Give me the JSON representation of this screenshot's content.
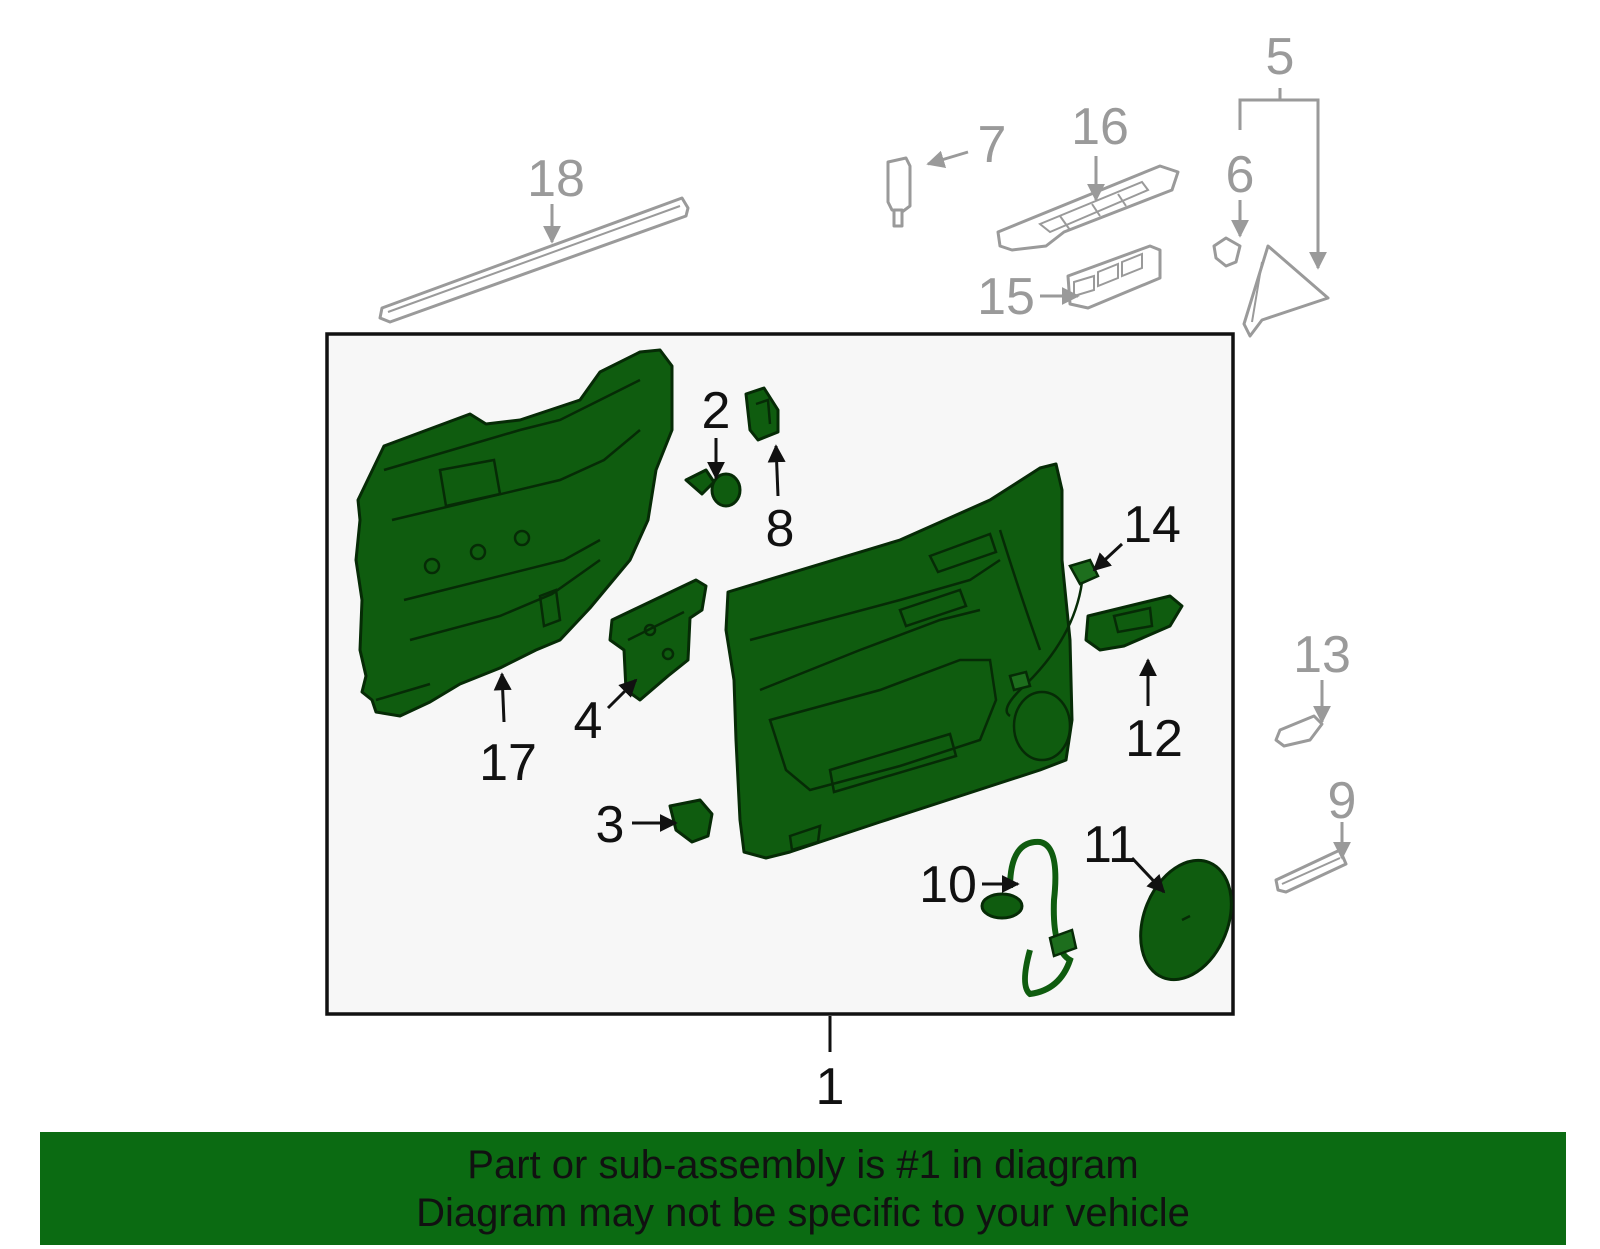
{
  "callouts": {
    "c1": "1",
    "c2": "2",
    "c3": "3",
    "c4": "4",
    "c5": "5",
    "c6": "6",
    "c7": "7",
    "c8": "8",
    "c9": "9",
    "c10": "10",
    "c11": "11",
    "c12": "12",
    "c13": "13",
    "c14": "14",
    "c15": "15",
    "c16": "16",
    "c17": "17",
    "c18": "18"
  },
  "banner": {
    "line1": "Part or sub-assembly is #1 in diagram",
    "line2": "Diagram may not be specific to your vehicle"
  },
  "colors": {
    "banner_bg": "#0b6b12",
    "part_fill": "#0f5c0f",
    "dim_part": "#9a9a9a",
    "panel_bg": "#f7f7f7"
  }
}
